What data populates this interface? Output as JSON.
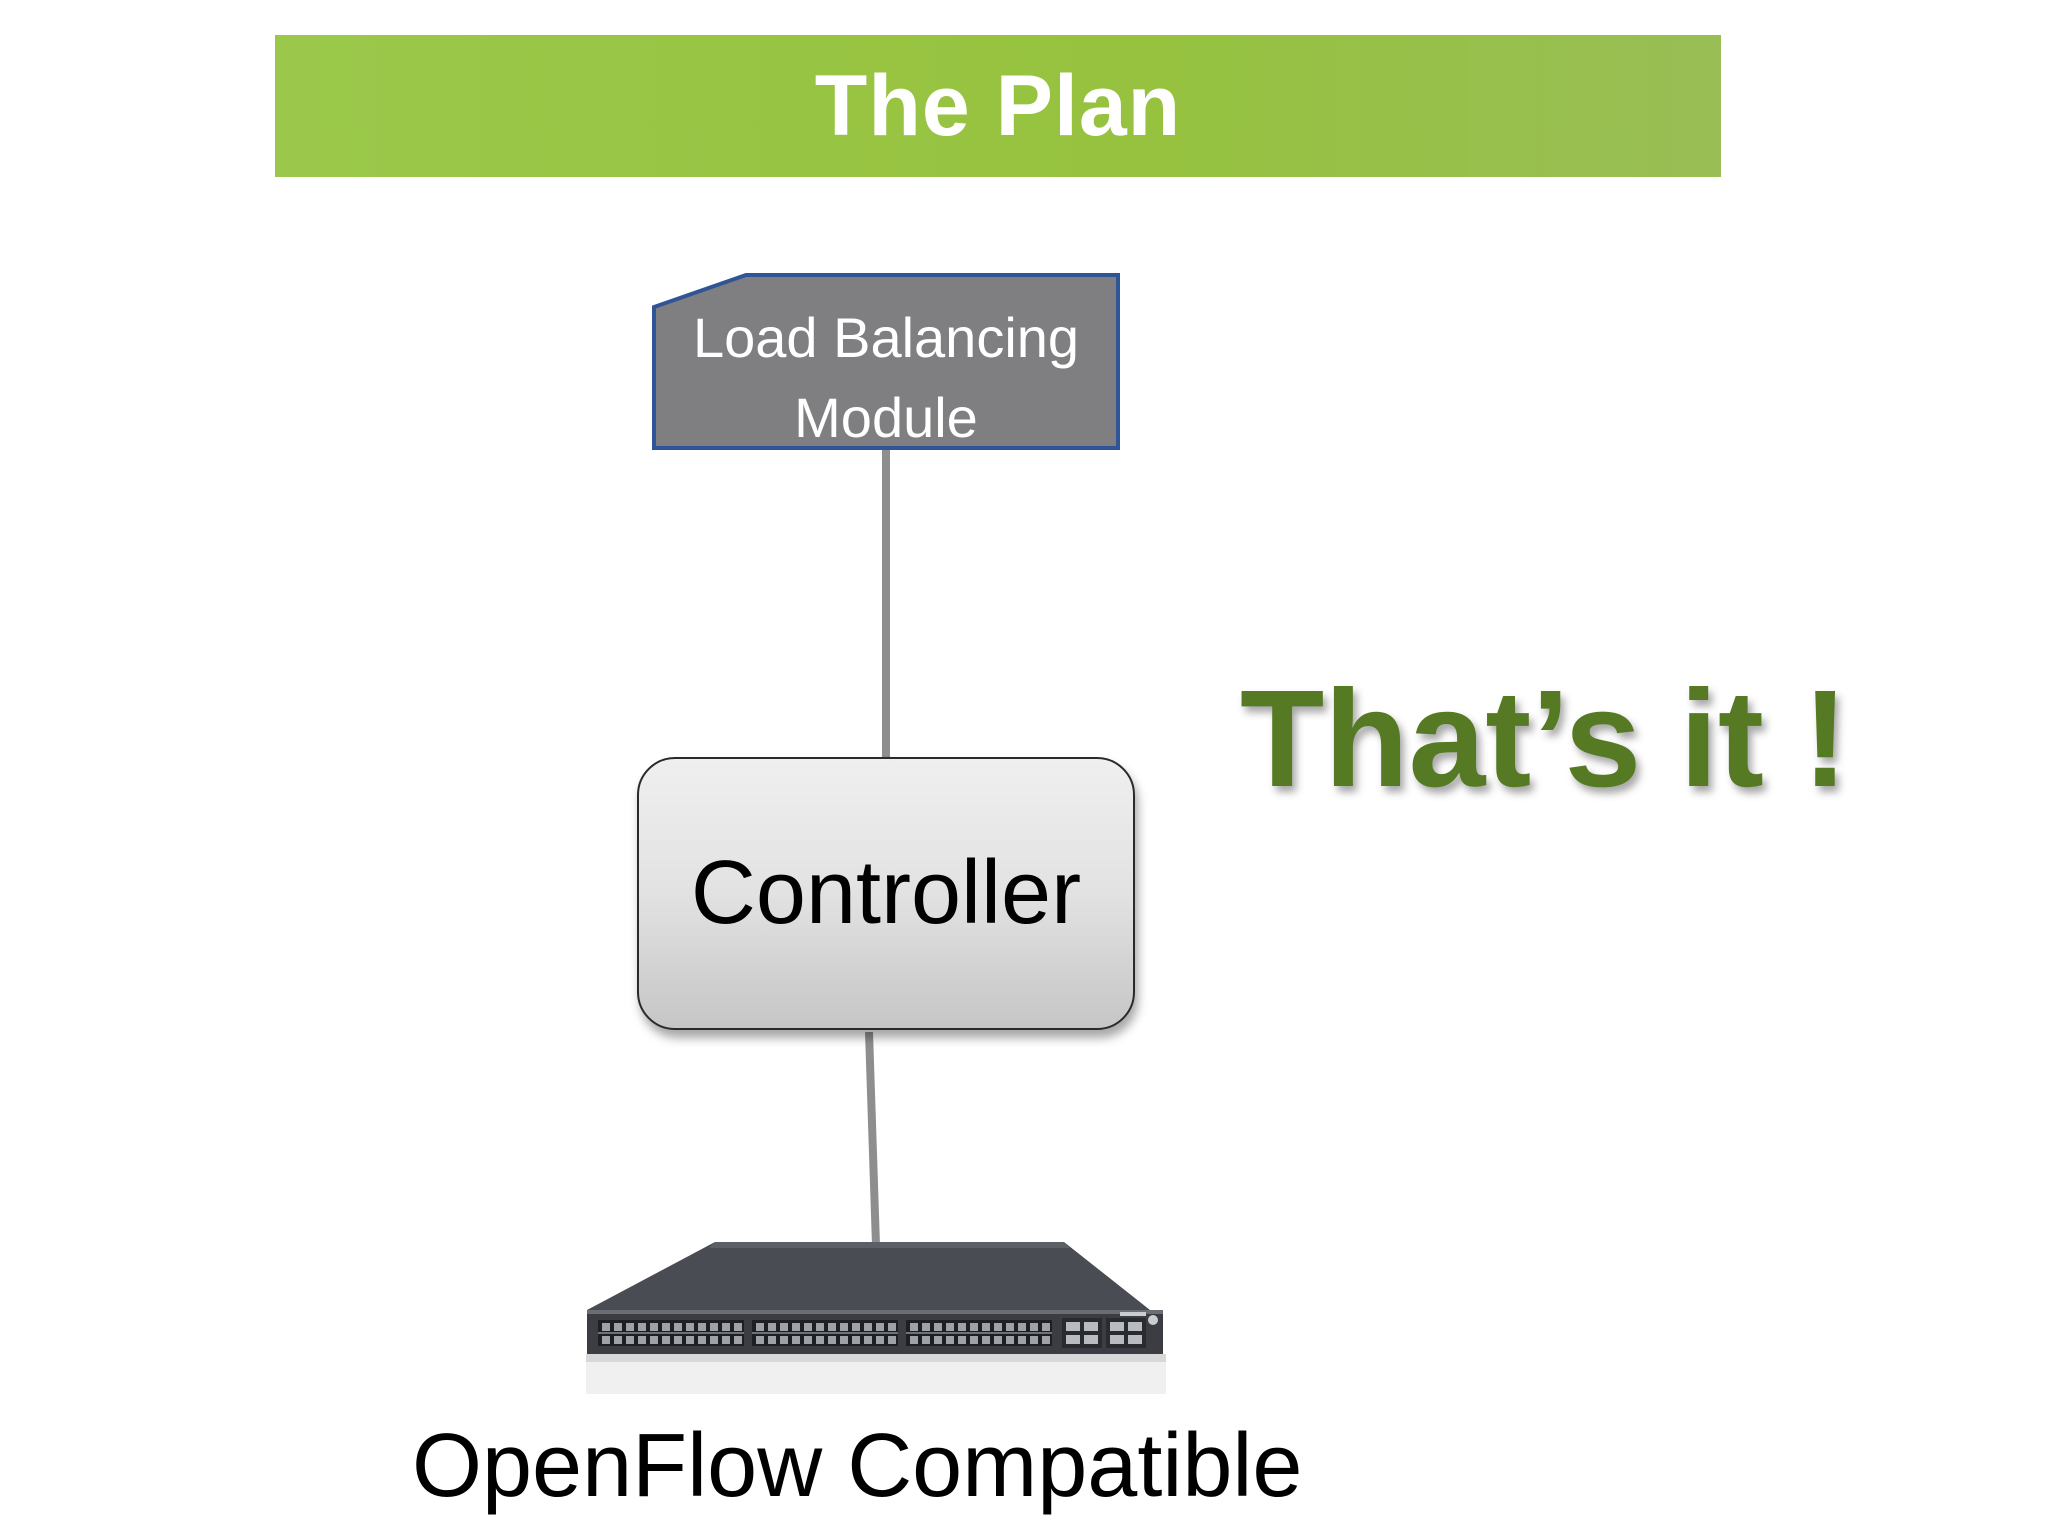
{
  "slide": {
    "title": "The Plan",
    "callout": "That’s it !"
  },
  "diagram": {
    "nodes": {
      "load_balancer": {
        "label_line1": "Load Balancing",
        "label_line2": "Module",
        "fill": "#7f7f81",
        "border": "#2f5597"
      },
      "controller": {
        "label": "Controller"
      },
      "switch": {
        "icon": "network-switch-icon",
        "label": "OpenFlow Compatible"
      }
    },
    "edges": [
      {
        "from": "load_balancer",
        "to": "controller"
      },
      {
        "from": "controller",
        "to": "switch"
      }
    ]
  },
  "colors": {
    "title_bar": "#96c23f",
    "callout_text": "#557a23",
    "connector": "#8e8e8e"
  }
}
